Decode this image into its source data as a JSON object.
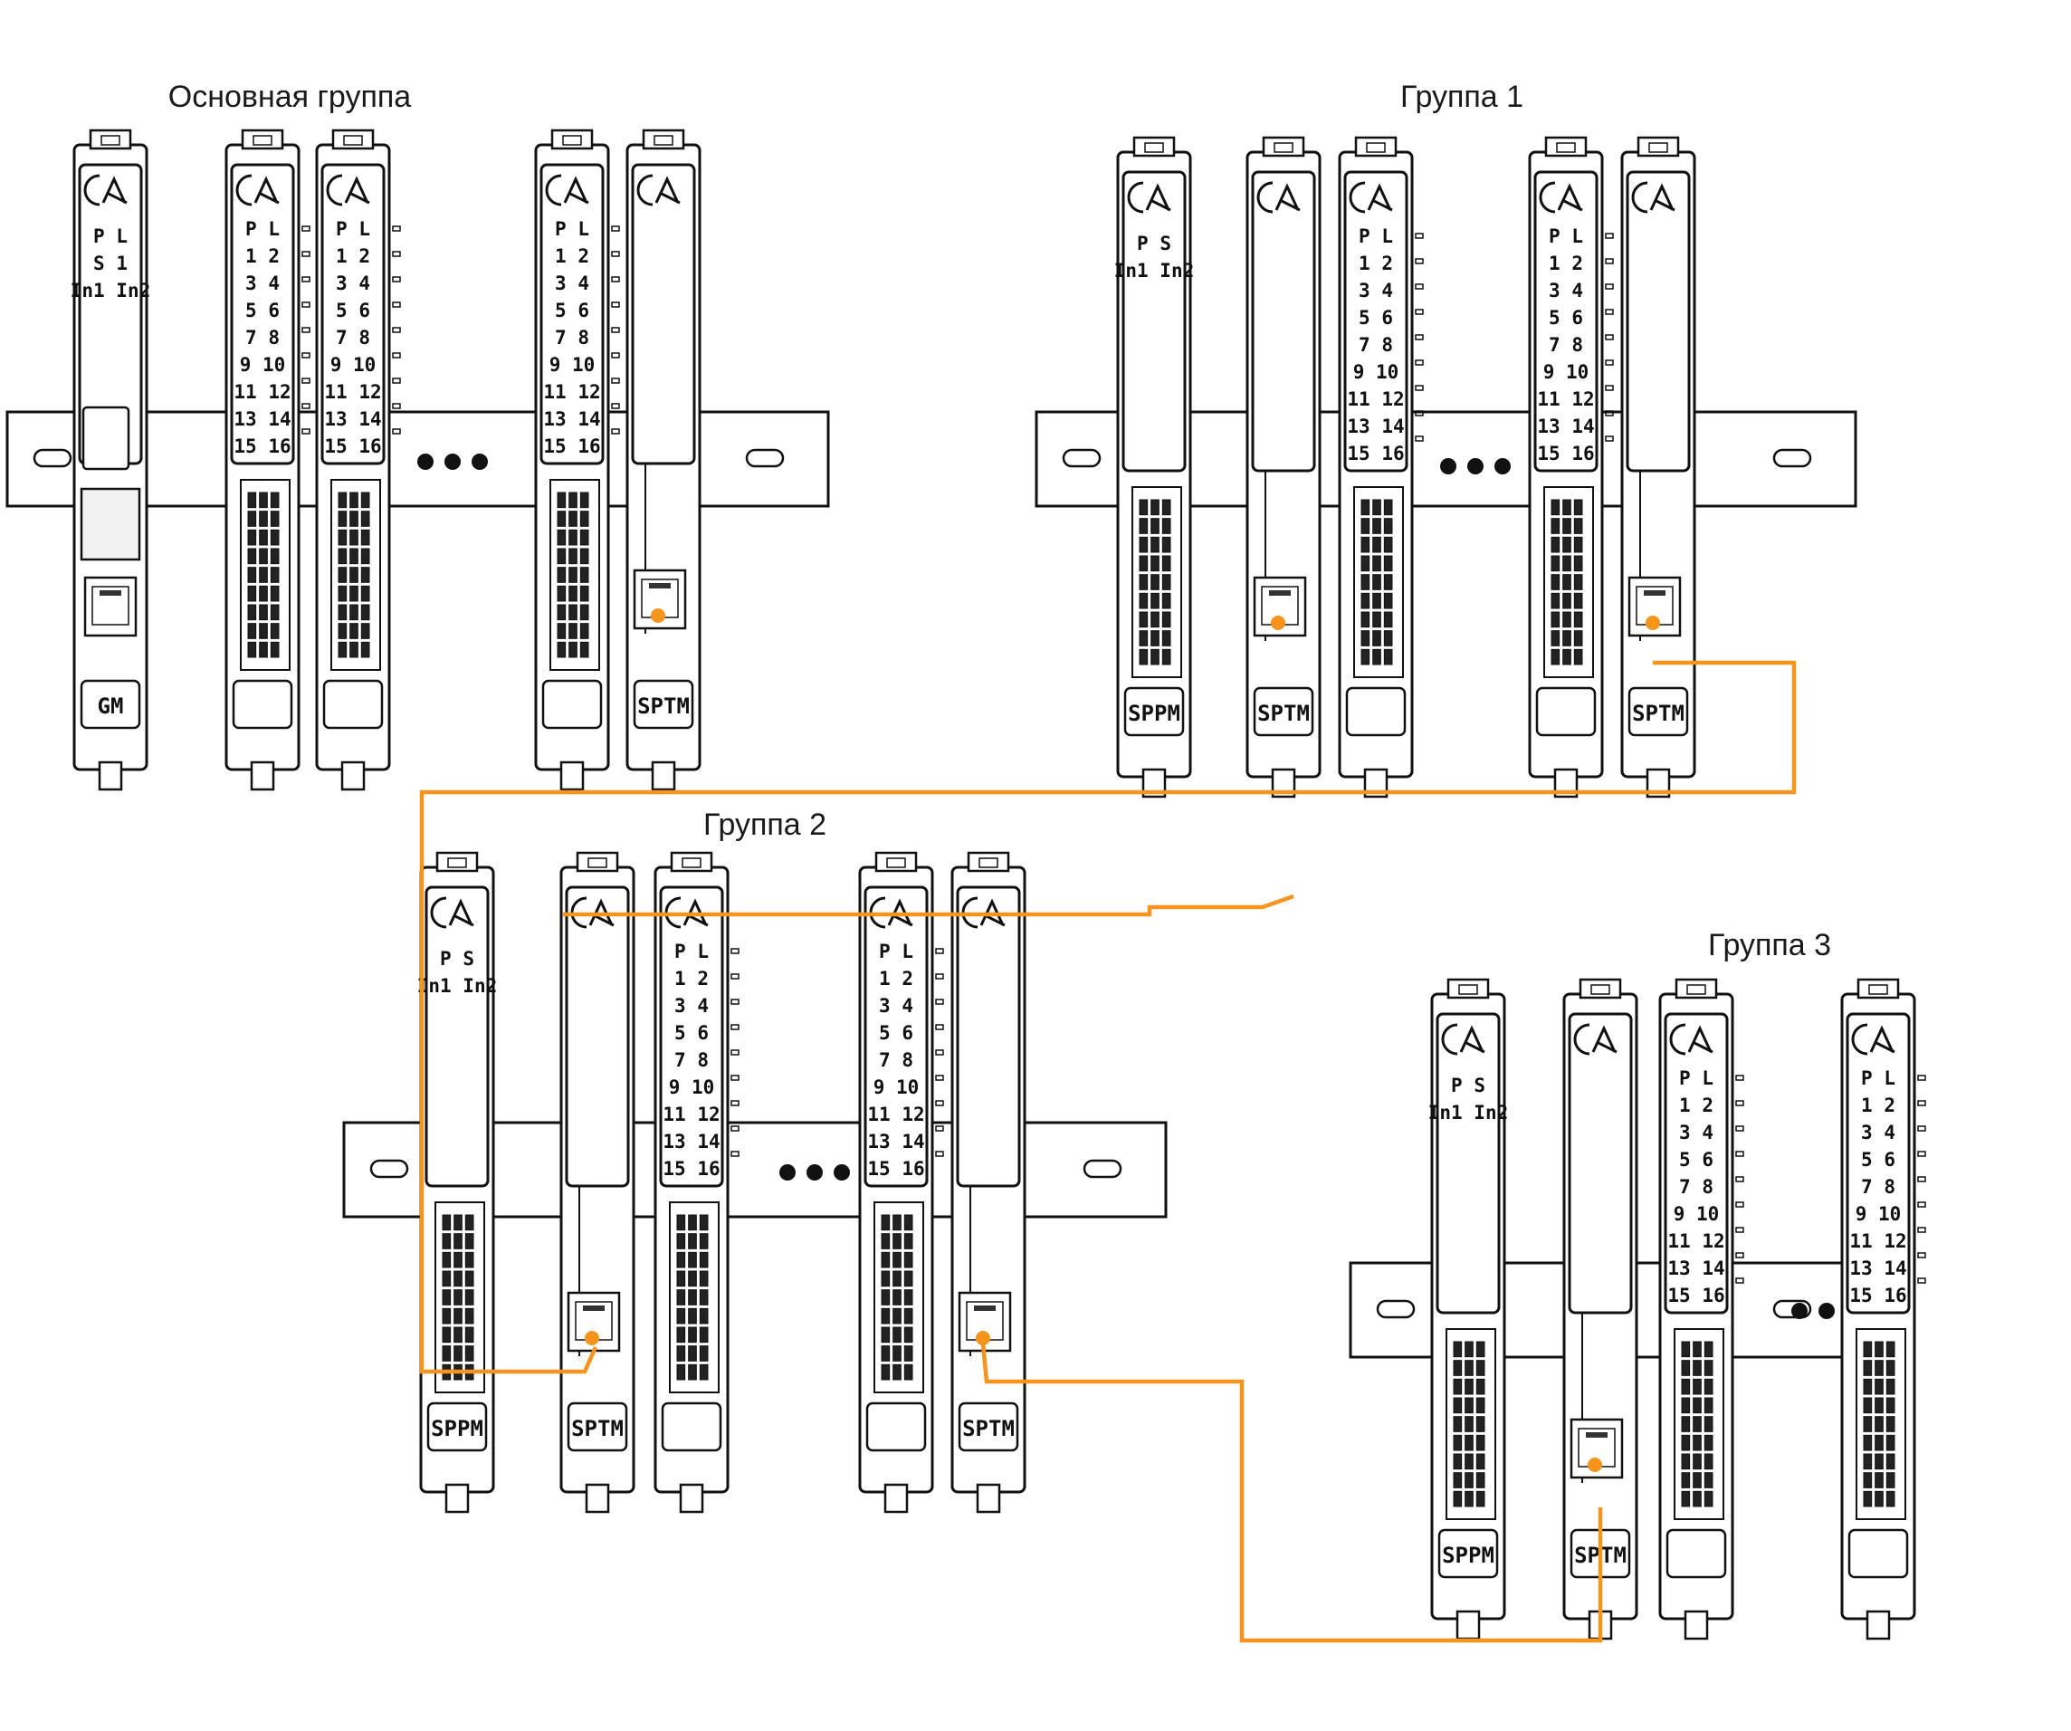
{
  "groups": [
    {
      "label": "Основная группа",
      "modules": [
        {
          "kind": "gm",
          "name": "GM",
          "rows": [
            "P L",
            "S 1",
            "In1 In2"
          ]
        },
        {
          "kind": "io16",
          "name": ""
        },
        {
          "kind": "io16",
          "name": ""
        },
        {
          "kind": "ellipsis"
        },
        {
          "kind": "io16",
          "name": ""
        },
        {
          "kind": "comm",
          "name": "SPTM"
        }
      ]
    },
    {
      "label": "Группа 1",
      "modules": [
        {
          "kind": "pm",
          "name": "SPPM",
          "rows": [
            "P S",
            "In1 In2"
          ]
        },
        {
          "kind": "comm",
          "name": "SPTM"
        },
        {
          "kind": "io16",
          "name": ""
        },
        {
          "kind": "ellipsis"
        },
        {
          "kind": "io16",
          "name": ""
        },
        {
          "kind": "comm",
          "name": "SPTM"
        }
      ]
    },
    {
      "label": "Группа 2",
      "modules": [
        {
          "kind": "pm",
          "name": "SPPM",
          "rows": [
            "P S",
            "In1 In2"
          ]
        },
        {
          "kind": "comm",
          "name": "SPTM"
        },
        {
          "kind": "io16",
          "name": ""
        },
        {
          "kind": "ellipsis"
        },
        {
          "kind": "io16",
          "name": ""
        },
        {
          "kind": "comm",
          "name": "SPTM"
        }
      ]
    },
    {
      "label": "Группа 3",
      "modules": [
        {
          "kind": "pm",
          "name": "SPPM",
          "rows": [
            "P S",
            "In1 In2"
          ]
        },
        {
          "kind": "comm",
          "name": "SPTM"
        },
        {
          "kind": "io16",
          "name": ""
        },
        {
          "kind": "ellipsis"
        },
        {
          "kind": "io16",
          "name": ""
        }
      ]
    }
  ],
  "io_rows": [
    "P L",
    "1 2",
    "3 4",
    "5 6",
    "7 8",
    "9 10",
    "11 12",
    "13 14",
    "15 16"
  ],
  "colors": {
    "cable": "#f7941d",
    "line": "#111111",
    "panel": "#ffffff"
  }
}
